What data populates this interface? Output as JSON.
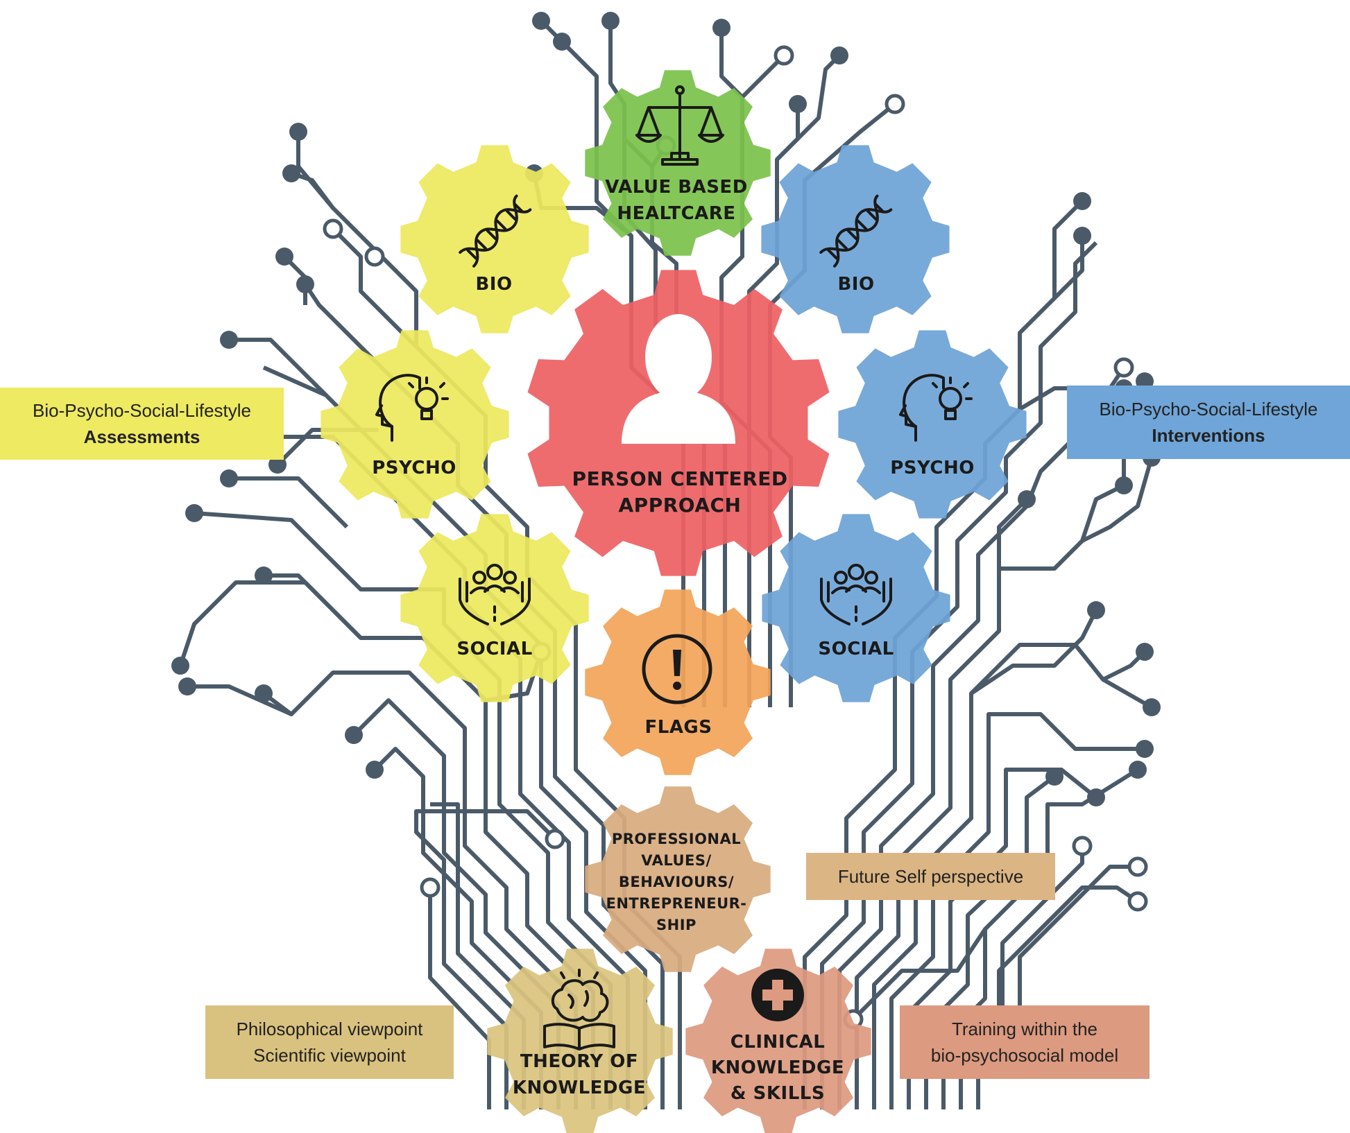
{
  "colors": {
    "circuit": "#4a5a68",
    "yellow": "#ede85f",
    "blue": "#6ea4d6",
    "green": "#7cc24c",
    "red": "#ee6163",
    "orange": "#f2a55a",
    "tan": "#d8ab7f",
    "khaki": "#dac47e",
    "salmon": "#de9a80",
    "box_yellow": "#eeea62",
    "box_blue": "#6fa5d8",
    "box_tan": "#dcb584",
    "box_khaki": "#d9c27f",
    "box_salmon": "#dc9a80"
  },
  "gears": {
    "value_based": {
      "line1": "VALUE BASED",
      "line2": "HEALTCARE",
      "icon": "scales-icon"
    },
    "bio_left": {
      "label": "BIO",
      "icon": "dna-icon"
    },
    "psycho_left": {
      "label": "PSYCHO",
      "icon": "head-bulb-icon"
    },
    "social_left": {
      "label": "SOCIAL",
      "icon": "hands-people-icon"
    },
    "bio_right": {
      "label": "BIO",
      "icon": "dna-icon"
    },
    "psycho_right": {
      "label": "PSYCHO",
      "icon": "head-bulb-icon"
    },
    "social_right": {
      "label": "SOCIAL",
      "icon": "hands-people-icon"
    },
    "person": {
      "line1": "PERSON CENTERED",
      "line2": "APPROACH",
      "icon": "person-icon"
    },
    "flags": {
      "label": "FLAGS",
      "icon": "exclamation-icon"
    },
    "professional": {
      "line1": "PROFESSIONAL",
      "line2": "VALUES/",
      "line3": "BEHAVIOURS/",
      "line4": "ENTREPRENEUR-",
      "line5": "SHIP"
    },
    "theory": {
      "line1": "THEORY OF",
      "line2": "KNOWLEDGE",
      "icon": "brain-book-icon"
    },
    "clinical": {
      "line1": "CLINICAL",
      "line2": "KNOWLEDGE",
      "line3": "& SKILLS",
      "icon": "medical-cross-icon"
    }
  },
  "boxes": {
    "assessments": {
      "line1": "Bio-Psycho-Social-Lifestyle",
      "line2": "Assessments"
    },
    "interventions": {
      "line1": "Bio-Psycho-Social-Lifestyle",
      "line2": "Interventions"
    },
    "future_self": {
      "line1": "Future Self perspective"
    },
    "philosophical": {
      "line1": "Philosophical viewpoint",
      "line2": "Scientific viewpoint"
    },
    "training": {
      "line1": "Training within the",
      "line2": "bio-psychosocial model"
    }
  }
}
